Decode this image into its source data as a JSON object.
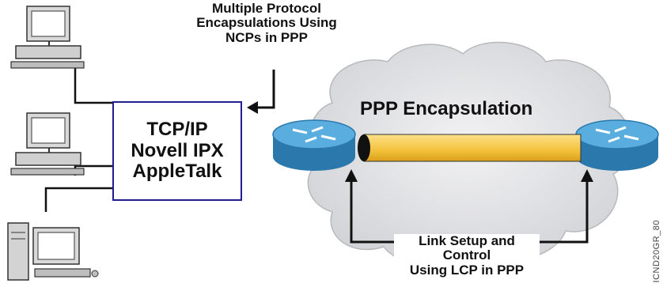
{
  "top_label": {
    "lines": [
      "Multiple Protocol",
      "Encapsulations Using",
      "NCPs in PPP"
    ]
  },
  "protocol_box": {
    "lines": [
      "TCP/IP",
      "Novell IPX",
      "AppleTalk"
    ]
  },
  "cloud": {
    "title": "PPP Encapsulation"
  },
  "bottom_label": {
    "lines": [
      "Link Setup and Control",
      "Using LCP in PPP"
    ]
  },
  "watermark": "ICND20GR_80",
  "colors": {
    "box_border": "#1f1f8f",
    "cloud_fill": "#e3e3e5",
    "router_top": "#4fa3d6",
    "router_side": "#2b78ad",
    "pipe_fill": "#f7c94a",
    "line": "#111111"
  },
  "icons": [
    "desktop-computer-icon",
    "desktop-computer-icon",
    "tower-computer-icon",
    "router-icon",
    "router-icon"
  ]
}
